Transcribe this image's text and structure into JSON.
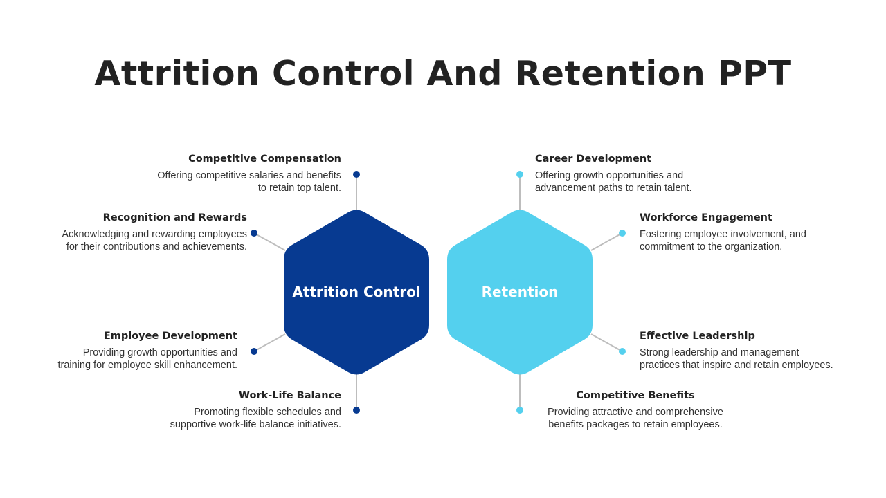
{
  "title": "Attrition Control And Retention PPT",
  "colors": {
    "dark": "#073a91",
    "light": "#54d0ee",
    "line": "#bdbdbd"
  },
  "hexagons": {
    "left": {
      "label": "Attrition Control"
    },
    "right": {
      "label": "Retention"
    }
  },
  "left_items": [
    {
      "heading": "Competitive Compensation",
      "desc1": "Offering competitive salaries and benefits",
      "desc2": "to retain top talent."
    },
    {
      "heading": "Recognition and Rewards",
      "desc1": "Acknowledging and rewarding employees",
      "desc2": "for their contributions and achievements."
    },
    {
      "heading": "Employee Development",
      "desc1": "Providing growth opportunities and",
      "desc2": "training for employee skill enhancement."
    },
    {
      "heading": "Work-Life Balance",
      "desc1": "Promoting flexible schedules and",
      "desc2": "supportive work-life balance initiatives."
    }
  ],
  "right_items": [
    {
      "heading": "Career Development",
      "desc1": "Offering growth opportunities and",
      "desc2": "advancement paths to retain talent."
    },
    {
      "heading": "Workforce Engagement",
      "desc1": "Fostering employee involvement, and",
      "desc2": "commitment to the organization."
    },
    {
      "heading": "Effective Leadership",
      "desc1": "Strong leadership and management",
      "desc2": "practices that inspire and retain employees."
    },
    {
      "heading": "Competitive Benefits",
      "desc1": "Providing attractive and comprehensive",
      "desc2": "benefits packages to retain employees."
    }
  ]
}
